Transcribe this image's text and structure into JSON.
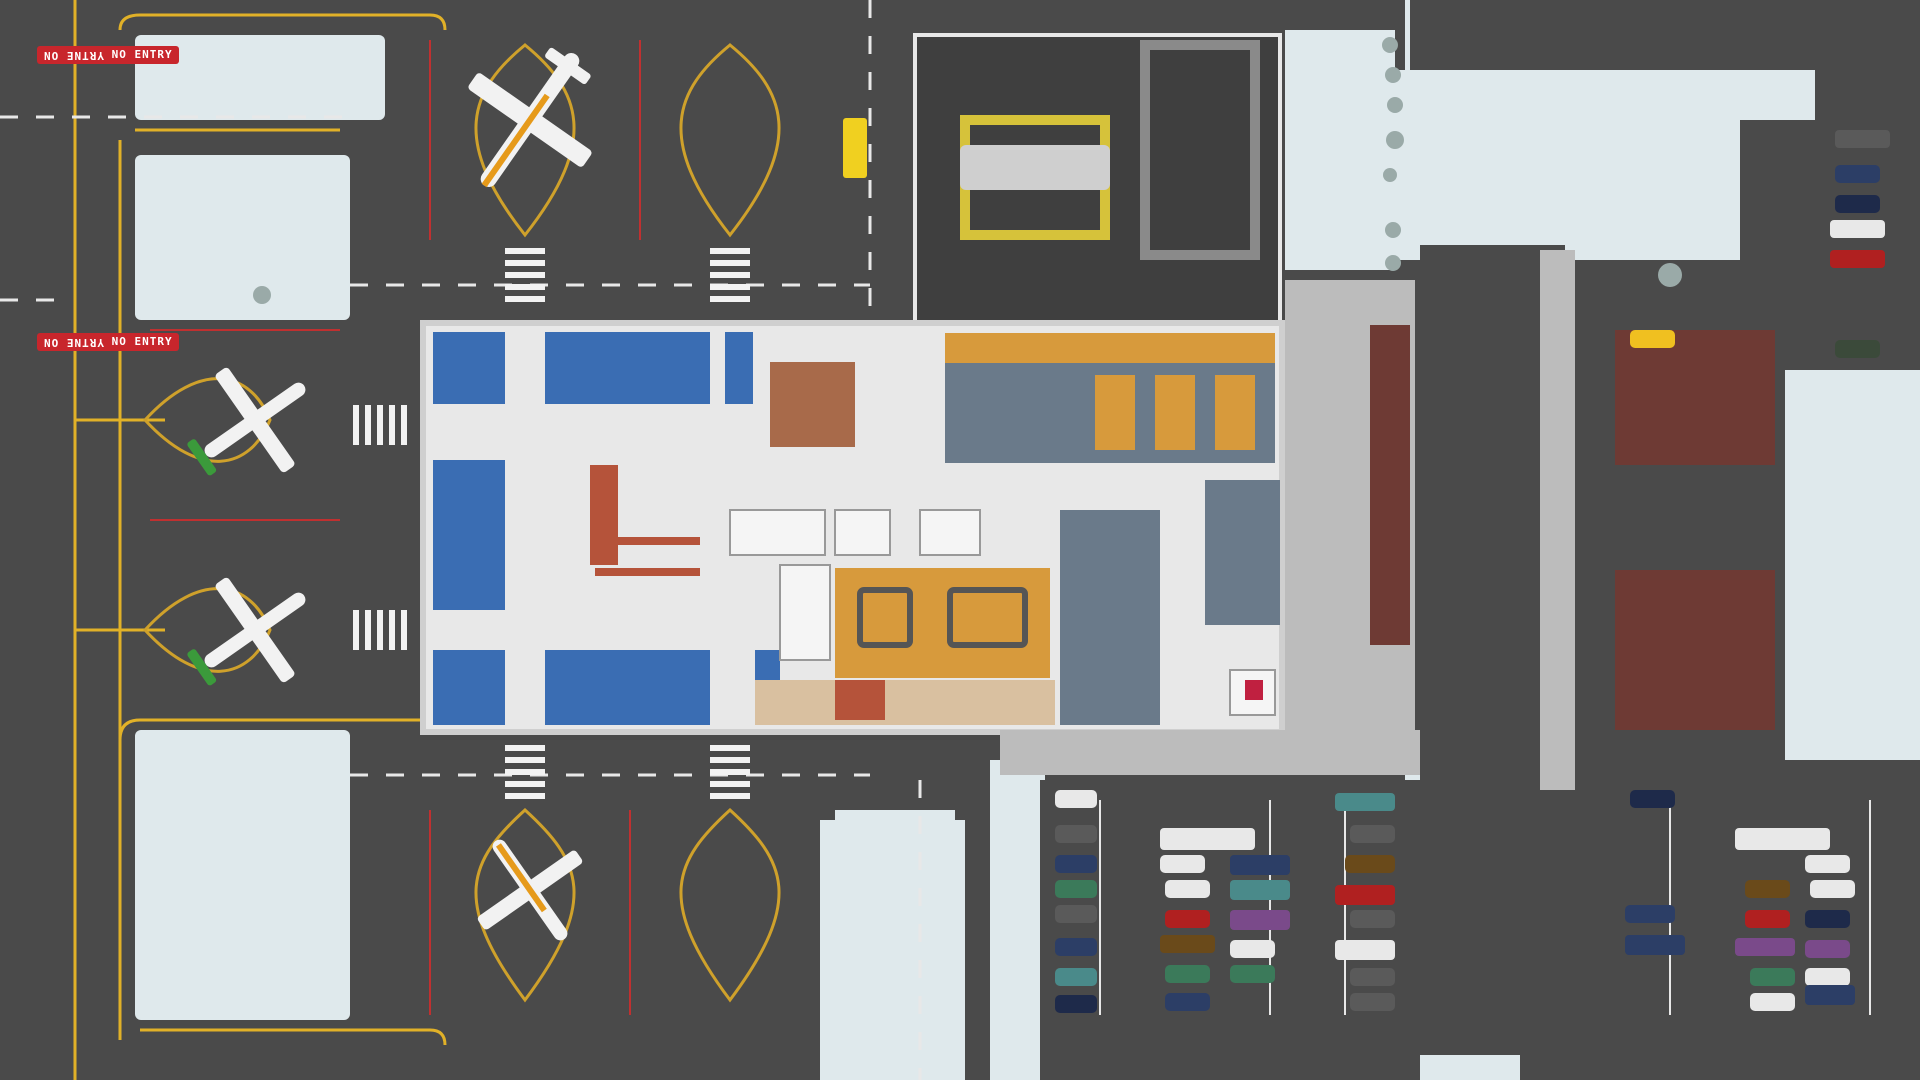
{
  "game": {
    "name": "Airport construction / management simulation (top-down view)"
  },
  "signs": {
    "no_entry": "NO ENTRY",
    "no_entry_mirrored": "YRTNE ON"
  },
  "colors": {
    "snow": "#dfe9ec",
    "asphalt": "#4a4a4a",
    "asphalt_dark": "#3f3f3f",
    "taxi_line": "#e1b128",
    "apron_lane": "#cfa12b",
    "curb": "#c9c9c9",
    "terminal_floor": "#e8e8e8",
    "blue_zone": "#3a6db3",
    "orange_zone": "#d79a3c",
    "red_zone": "#b5533a",
    "dark_red_pad": "#6e3a34",
    "sidewalk": "#a9a9a9",
    "hazard_yellow": "#d6c23a",
    "plane_body": "#f2f2f2",
    "plane_accent_orange": "#e69a1a",
    "plane_accent_green": "#3b9a3b"
  },
  "aircraft": [
    {
      "name": "jet",
      "livery": "orange"
    },
    {
      "name": "turboprop",
      "livery": "green"
    },
    {
      "name": "turboprop",
      "livery": "green"
    },
    {
      "name": "turboprop",
      "livery": "orange"
    }
  ],
  "vehicles": {
    "taxi_color": "#f0c020",
    "car_colors": [
      "#e8e8e8",
      "#5a5a5a",
      "#2c3e66",
      "#3b7a5a",
      "#b02020",
      "#6a4a1a",
      "#7a4a8a",
      "#4a8a8a",
      "#1e2a4a",
      "#c8c8c8"
    ]
  }
}
